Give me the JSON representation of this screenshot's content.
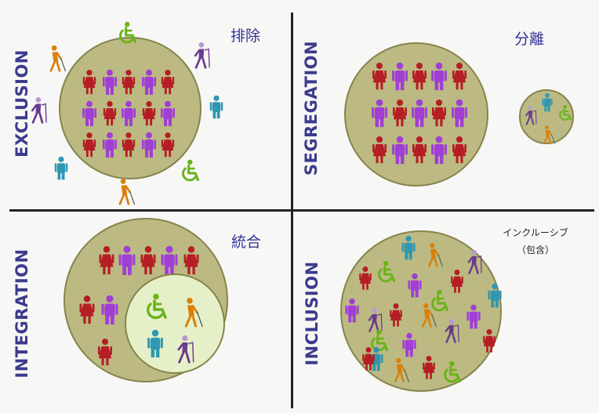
{
  "quadrants": {
    "exclusion": {
      "label": "EXCLUSION",
      "jp": "排除"
    },
    "segregation": {
      "label": "SEGREGATION",
      "jp": "分離"
    },
    "integration": {
      "label": "INTEGRATION",
      "jp": "統合"
    },
    "inclusion": {
      "label": "INCLUSION",
      "jp_line1": "インクルーシブ",
      "jp_line2": "（包含）"
    }
  },
  "colors": {
    "circle_fill": "#bcba82",
    "circle_stroke": "#86844d",
    "inner_circle_fill": "#e6f0c8",
    "divider": "#222222",
    "red_person": "#b51e24",
    "purple_person": "#a03ed6",
    "teal_person": "#2f97b2",
    "orange_person": "#d9800c",
    "violet_person": "#6a3c8c",
    "wheelchair_green": "#69b319",
    "label_color": "#3b3b8e"
  },
  "icons": [
    "person-female-icon",
    "person-male-icon",
    "blind-person-icon",
    "wheelchair-user-icon",
    "elderly-cane-icon"
  ]
}
